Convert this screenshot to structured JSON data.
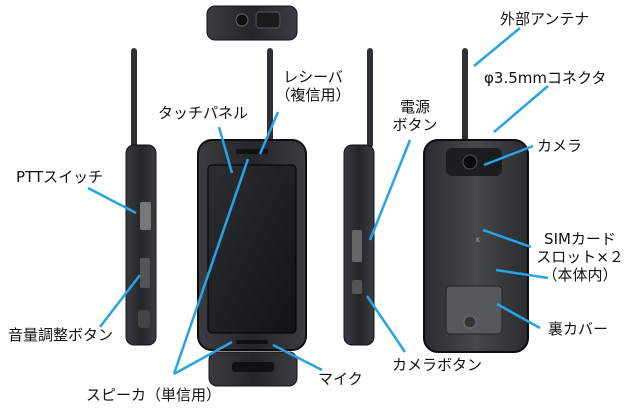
{
  "labels": {
    "external_antenna": "外部アンテナ",
    "audio_connector": "φ3.5mmコネクタ",
    "receiver_line1": "レシーバ",
    "receiver_line2": "（複信用）",
    "touch_panel": "タッチパネル",
    "power_button_line1": "電源",
    "power_button_line2": "ボタン",
    "camera": "カメラ",
    "ptt_switch": "PTTスイッチ",
    "sim_slot_line1": "SIMカード",
    "sim_slot_line2": "スロット×２",
    "sim_slot_line3": "（本体内）",
    "volume_button": "音量調整ボタン",
    "back_cover": "裏カバー",
    "camera_button": "カメラボタン",
    "microphone": "マイク",
    "speaker": "スピーカ（単信用）"
  },
  "colors": {
    "leader_line": "#29a3e6",
    "device_body": "#2b2d30",
    "device_edge": "#111214",
    "screen": "#1a1b1d"
  }
}
